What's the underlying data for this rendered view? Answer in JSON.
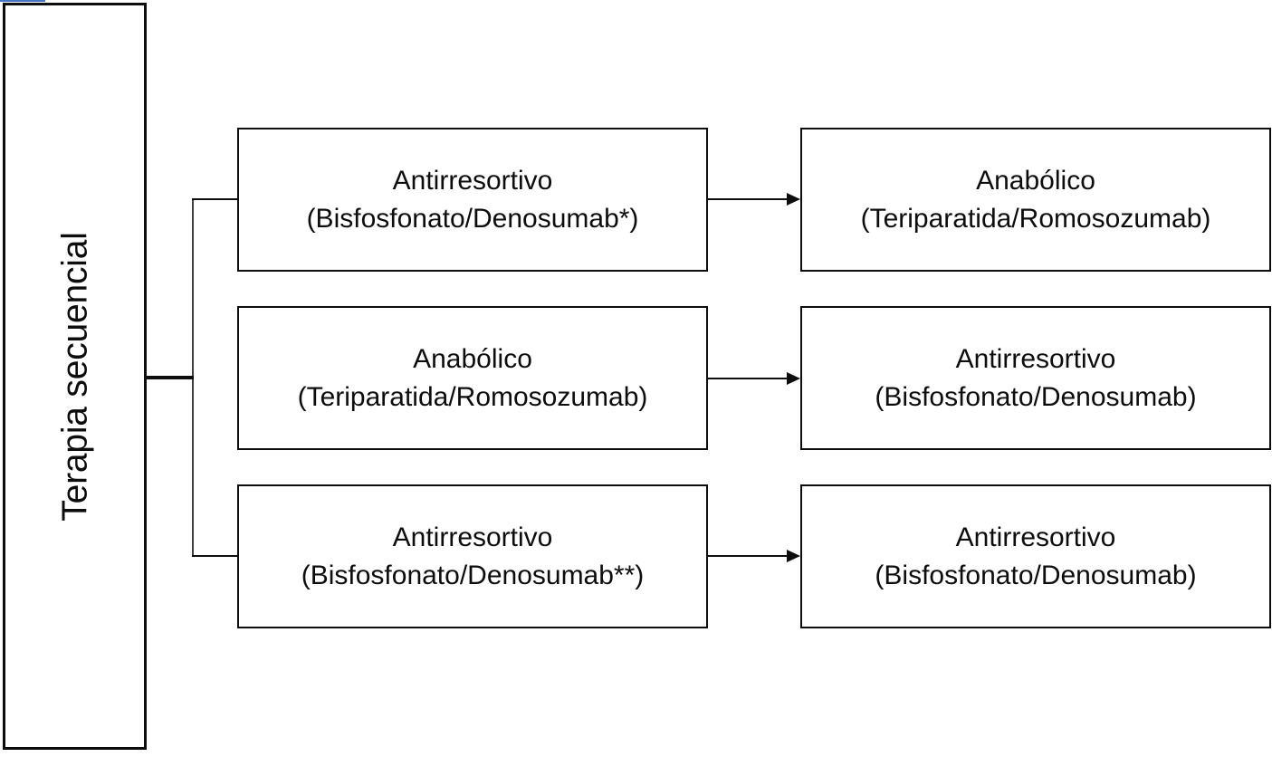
{
  "diagram": {
    "root": {
      "label": "Terapia secuencial"
    },
    "rows": [
      {
        "from": {
          "line1": "Antirresortivo",
          "line2": "(Bisfosfonato/Denosumab*)"
        },
        "to": {
          "line1": "Anabólico",
          "line2": "(Teriparatida/Romosozumab)"
        }
      },
      {
        "from": {
          "line1": "Anabólico",
          "line2": "(Teriparatida/Romosozumab)"
        },
        "to": {
          "line1": "Antirresortivo",
          "line2": "(Bisfosfonato/Denosumab)"
        }
      },
      {
        "from": {
          "line1": "Antirresortivo",
          "line2": "(Bisfosfonato/Denosumab**)"
        },
        "to": {
          "line1": "Antirresortivo",
          "line2": "(Bisfosfonato/Denosumab)"
        }
      }
    ],
    "colors": {
      "outline": "#0d0d0d",
      "accent_blue": "#4472c4",
      "spine": "#3f3f3f",
      "background": "#ffffff"
    }
  }
}
